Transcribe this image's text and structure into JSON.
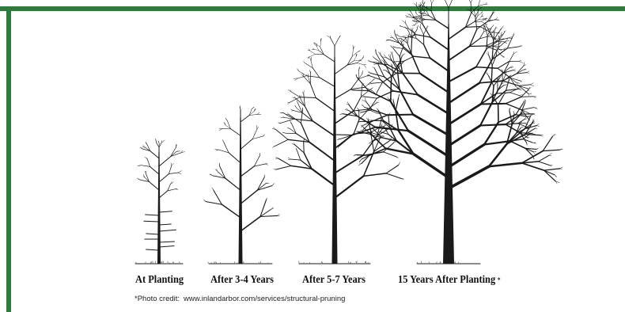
{
  "colors": {
    "border": "#2f7a3c",
    "ink": "#1a1a1a",
    "ground": "#777777"
  },
  "stages": [
    {
      "label": "At Planting"
    },
    {
      "label": "After 3-4 Years"
    },
    {
      "label": "After 5-7 Years"
    },
    {
      "label": "15 Years After Planting"
    }
  ],
  "footnote_mark": "*",
  "credit": {
    "prefix": "*Photo credit:",
    "url": "www.inlandarbor.com/services/structural-pruning"
  }
}
